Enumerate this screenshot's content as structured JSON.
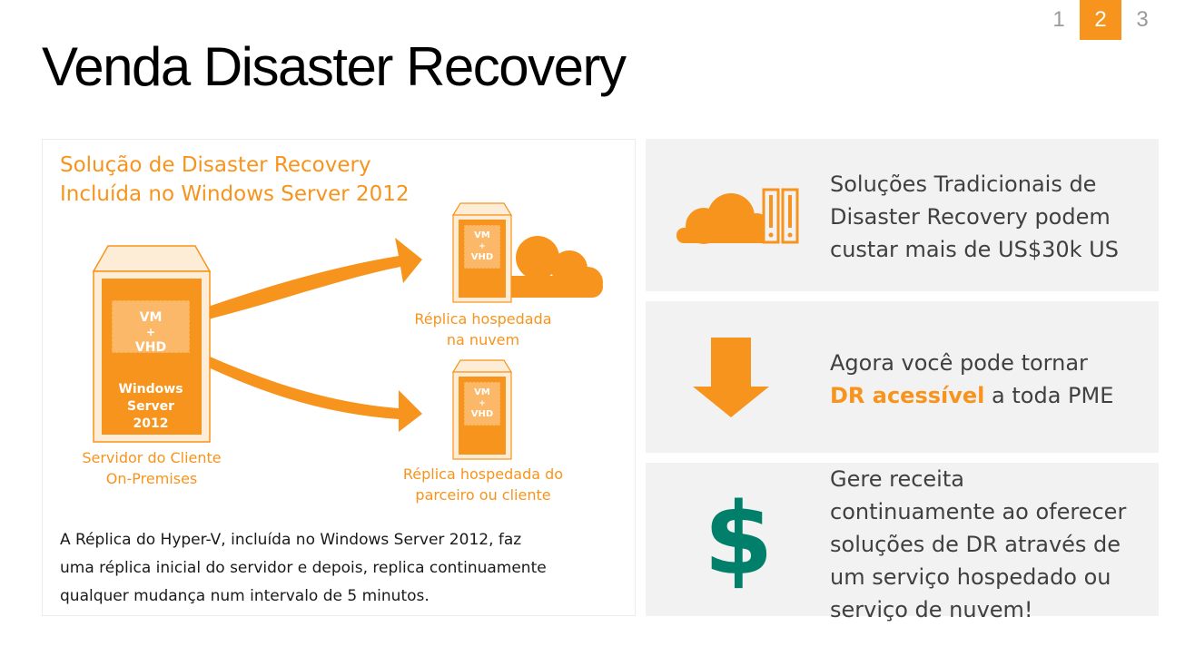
{
  "title": "Venda Disaster Recovery",
  "pager": {
    "pages": [
      "1",
      "2",
      "3"
    ],
    "active": "2"
  },
  "left": {
    "heading_line1": "Solução de Disaster Recovery",
    "heading_line2": "Incluída no Windows Server 2012",
    "server": {
      "vm": "VM",
      "plus": "+",
      "vhd": "VHD",
      "os_line1": "Windows",
      "os_line2": "Server",
      "os_line3": "2012"
    },
    "server_label_line1": "Servidor do Cliente",
    "server_label_line2": "On-Premises",
    "replica_top": {
      "vm": "VM",
      "plus": "+",
      "vhd": "VHD",
      "label_line1": "Réplica hospedada",
      "label_line2": "na nuvem"
    },
    "replica_bottom": {
      "vm": "VM",
      "plus": "+",
      "vhd": "VHD",
      "label_line1": "Réplica hospedada do",
      "label_line2": "parceiro ou cliente"
    },
    "description_line1": "A Réplica do Hyper-V, incluída no Windows Server 2012, faz",
    "description_line2": "uma réplica inicial do servidor e depois, replica continuamente",
    "description_line3": "qualquer mudança num intervalo de 5 minutos."
  },
  "panels": {
    "traditional": {
      "line1": "Soluções Tradicionais de",
      "line2": "Disaster Recovery podem",
      "line3": "custar mais de US$30k US",
      "icon": "cloud-server-icon"
    },
    "affordable": {
      "line1": "Agora você pode tornar",
      "highlight": "DR acessível",
      "line2_rest": " a toda PME",
      "icon": "down-arrow-icon"
    },
    "revenue": {
      "line1": "Gere receita",
      "line2": "continuamente ao oferecer",
      "line3": "soluções de DR através de",
      "line4": "um serviço hospedado ou",
      "line5": "serviço de nuvem!",
      "symbol": "$",
      "icon": "dollar-icon"
    }
  },
  "colors": {
    "accent": "#f7941d",
    "dollar": "#00806a",
    "panel_bg": "#f2f2f2",
    "server_body": "#fdecd6"
  }
}
